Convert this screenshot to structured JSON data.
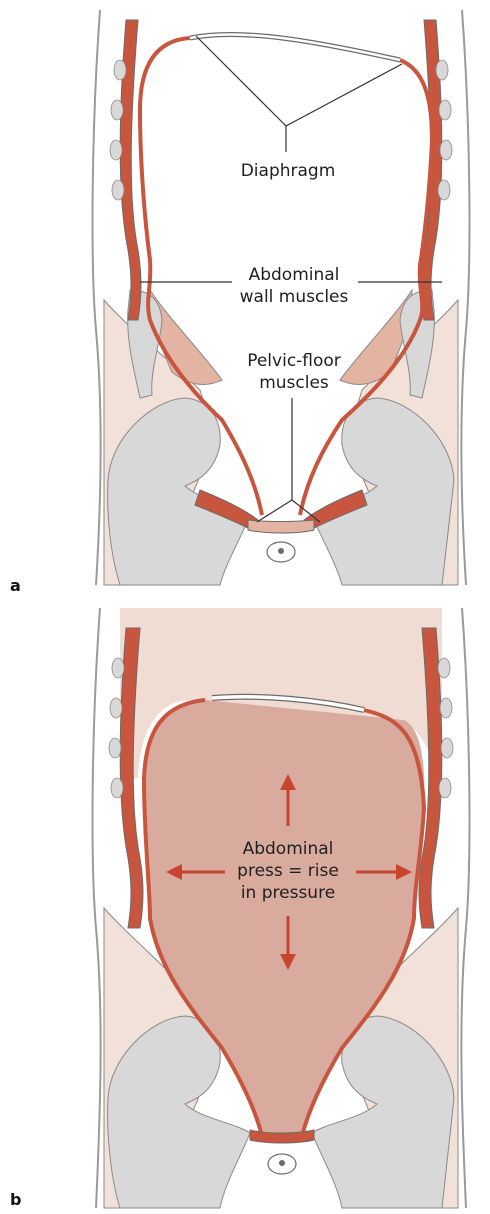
{
  "panels": {
    "a": {
      "letter": "a",
      "labels": {
        "diaphragm": "Diaphragm",
        "abdominal_wall": "Abdominal\nwall muscles",
        "pelvic_floor": "Pelvic-floor\nmuscles"
      }
    },
    "b": {
      "letter": "b",
      "labels": {
        "abdominal_press": "Abdominal\npress = rise\nin pressure"
      }
    }
  },
  "colors": {
    "muscle": "#c8553d",
    "muscle_light": "#e4b4a3",
    "pale_tissue": "#f1e1d8",
    "cavity_pressure": "#d8ab9e",
    "thorax_pale": "#f0dcd3",
    "bone": "#d8d8d8",
    "outline": "#6b6b6b",
    "arrow": "#c8442f"
  }
}
